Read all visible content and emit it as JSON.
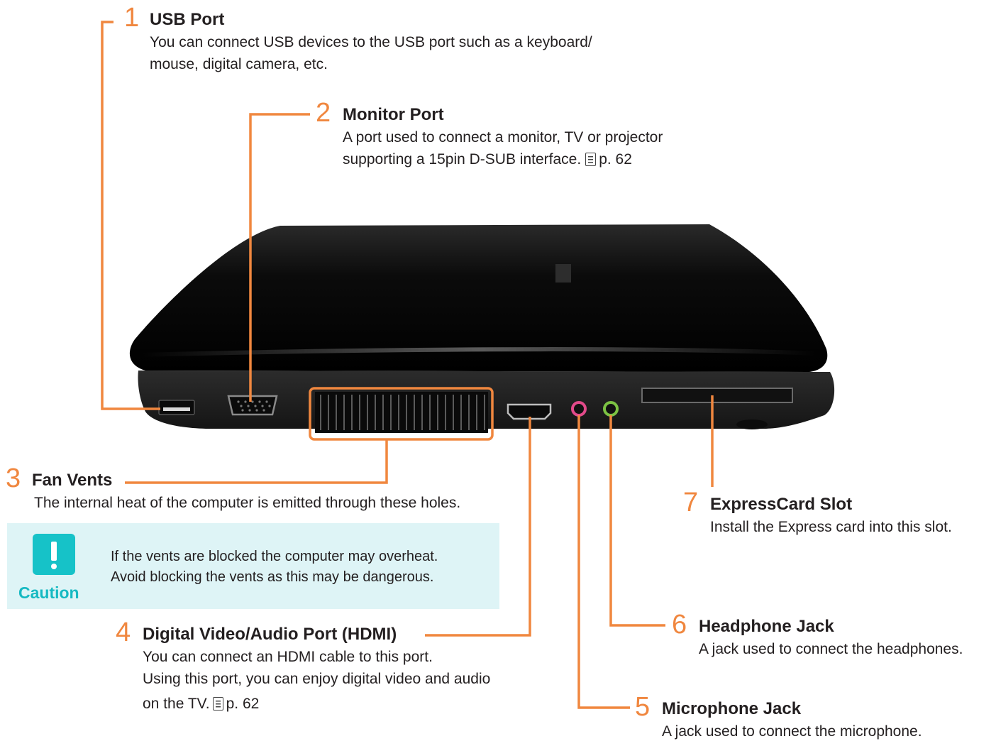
{
  "colors": {
    "accent": "#f0873f",
    "caution_bg": "#def4f6",
    "caution_accent": "#16c2c8",
    "mic_jack": "#e24a8a",
    "headphone_jack": "#7cc243"
  },
  "callouts": [
    {
      "number": "1",
      "title": "USB Port",
      "desc": [
        "You can connect USB devices to the USB port such as a keyboard/",
        "mouse, digital camera, etc."
      ]
    },
    {
      "number": "2",
      "title": "Monitor Port",
      "desc": [
        "A port used to connect a monitor, TV or projector",
        "supporting a 15pin D-SUB interface."
      ],
      "ref": "p. 62"
    },
    {
      "number": "3",
      "title": "Fan Vents",
      "desc": [
        "The internal heat of the computer is emitted through these holes."
      ]
    },
    {
      "number": "4",
      "title": "Digital Video/Audio Port (HDMI)",
      "desc": [
        "You can connect an HDMI cable to this port.",
        "Using this port, you can enjoy digital video and audio",
        "on the TV."
      ],
      "ref": "p. 62"
    },
    {
      "number": "5",
      "title": "Microphone Jack",
      "desc": [
        "A jack used to connect the microphone."
      ]
    },
    {
      "number": "6",
      "title": "Headphone Jack",
      "desc": [
        "A jack used to connect the headphones."
      ]
    },
    {
      "number": "7",
      "title": "ExpressCard Slot",
      "desc": [
        "Install the Express card into this slot."
      ]
    }
  ],
  "caution": {
    "label": "Caution",
    "icon": "exclamation-icon",
    "lines": [
      "If the vents are blocked the computer may overheat.",
      "Avoid blocking the vents as this may be dangerous."
    ]
  },
  "icons": {
    "page_reference": "page-reference-icon"
  }
}
